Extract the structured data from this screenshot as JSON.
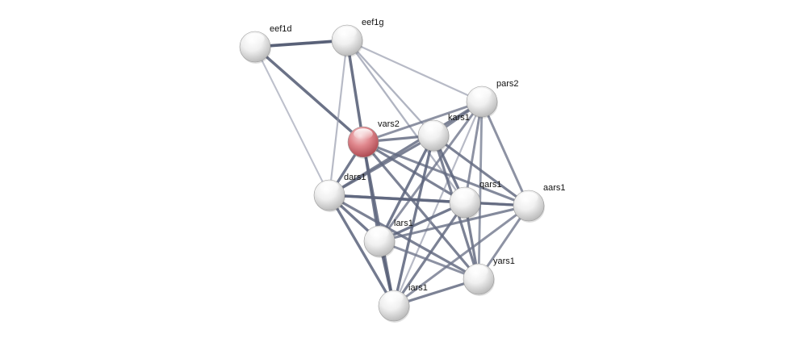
{
  "network": {
    "colors": {
      "node_default": "#e8e8e8",
      "node_query": "#d9737b",
      "edge_strong": "#3c4560",
      "edge_weak": "#b8bcca",
      "background": "#ffffff"
    },
    "nodes": [
      {
        "id": "eef1d",
        "label": "eef1d",
        "query": false
      },
      {
        "id": "eef1g",
        "label": "eef1g",
        "query": false
      },
      {
        "id": "pars2",
        "label": "pars2",
        "query": false
      },
      {
        "id": "vars2",
        "label": "vars2",
        "query": true
      },
      {
        "id": "kars1",
        "label": "kars1",
        "query": false
      },
      {
        "id": "dars1",
        "label": "dars1",
        "query": false
      },
      {
        "id": "qars1",
        "label": "qars1",
        "query": false
      },
      {
        "id": "aars1",
        "label": "aars1",
        "query": false
      },
      {
        "id": "lars1",
        "label": "lars1",
        "query": false
      },
      {
        "id": "yars1",
        "label": "yars1",
        "query": false
      },
      {
        "id": "iars1",
        "label": "iars1",
        "query": false
      }
    ],
    "edges": [
      {
        "source": "eef1d",
        "target": "eef1g",
        "strength": 0.9
      },
      {
        "source": "eef1d",
        "target": "vars2",
        "strength": 0.8
      },
      {
        "source": "eef1d",
        "target": "dars1",
        "strength": 0.25
      },
      {
        "source": "eef1g",
        "target": "vars2",
        "strength": 0.8
      },
      {
        "source": "eef1g",
        "target": "dars1",
        "strength": 0.3
      },
      {
        "source": "eef1g",
        "target": "kars1",
        "strength": 0.35
      },
      {
        "source": "eef1g",
        "target": "pars2",
        "strength": 0.3
      },
      {
        "source": "eef1g",
        "target": "qars1",
        "strength": 0.35
      },
      {
        "source": "vars2",
        "target": "kars1",
        "strength": 0.7
      },
      {
        "source": "vars2",
        "target": "pars2",
        "strength": 0.6
      },
      {
        "source": "vars2",
        "target": "dars1",
        "strength": 0.75
      },
      {
        "source": "vars2",
        "target": "qars1",
        "strength": 0.7
      },
      {
        "source": "vars2",
        "target": "aars1",
        "strength": 0.65
      },
      {
        "source": "vars2",
        "target": "lars1",
        "strength": 0.75
      },
      {
        "source": "vars2",
        "target": "yars1",
        "strength": 0.7
      },
      {
        "source": "vars2",
        "target": "iars1",
        "strength": 0.75
      },
      {
        "source": "pars2",
        "target": "kars1",
        "strength": 0.65
      },
      {
        "source": "pars2",
        "target": "dars1",
        "strength": 0.7
      },
      {
        "source": "pars2",
        "target": "qars1",
        "strength": 0.6
      },
      {
        "source": "pars2",
        "target": "aars1",
        "strength": 0.6
      },
      {
        "source": "pars2",
        "target": "lars1",
        "strength": 0.6
      },
      {
        "source": "pars2",
        "target": "yars1",
        "strength": 0.55
      },
      {
        "source": "pars2",
        "target": "iars1",
        "strength": 0.3
      },
      {
        "source": "kars1",
        "target": "dars1",
        "strength": 0.7
      },
      {
        "source": "kars1",
        "target": "qars1",
        "strength": 0.75
      },
      {
        "source": "kars1",
        "target": "aars1",
        "strength": 0.7
      },
      {
        "source": "kars1",
        "target": "lars1",
        "strength": 0.75
      },
      {
        "source": "kars1",
        "target": "yars1",
        "strength": 0.7
      },
      {
        "source": "kars1",
        "target": "iars1",
        "strength": 0.75
      },
      {
        "source": "dars1",
        "target": "qars1",
        "strength": 0.85
      },
      {
        "source": "dars1",
        "target": "aars1",
        "strength": 0.7
      },
      {
        "source": "dars1",
        "target": "lars1",
        "strength": 0.75
      },
      {
        "source": "dars1",
        "target": "yars1",
        "strength": 0.7
      },
      {
        "source": "dars1",
        "target": "iars1",
        "strength": 0.75
      },
      {
        "source": "qars1",
        "target": "aars1",
        "strength": 0.7
      },
      {
        "source": "qars1",
        "target": "lars1",
        "strength": 0.75
      },
      {
        "source": "qars1",
        "target": "yars1",
        "strength": 0.7
      },
      {
        "source": "qars1",
        "target": "iars1",
        "strength": 0.7
      },
      {
        "source": "aars1",
        "target": "lars1",
        "strength": 0.65
      },
      {
        "source": "aars1",
        "target": "yars1",
        "strength": 0.6
      },
      {
        "source": "aars1",
        "target": "iars1",
        "strength": 0.6
      },
      {
        "source": "lars1",
        "target": "yars1",
        "strength": 0.6
      },
      {
        "source": "lars1",
        "target": "iars1",
        "strength": 0.8
      },
      {
        "source": "yars1",
        "target": "iars1",
        "strength": 0.7
      }
    ]
  }
}
